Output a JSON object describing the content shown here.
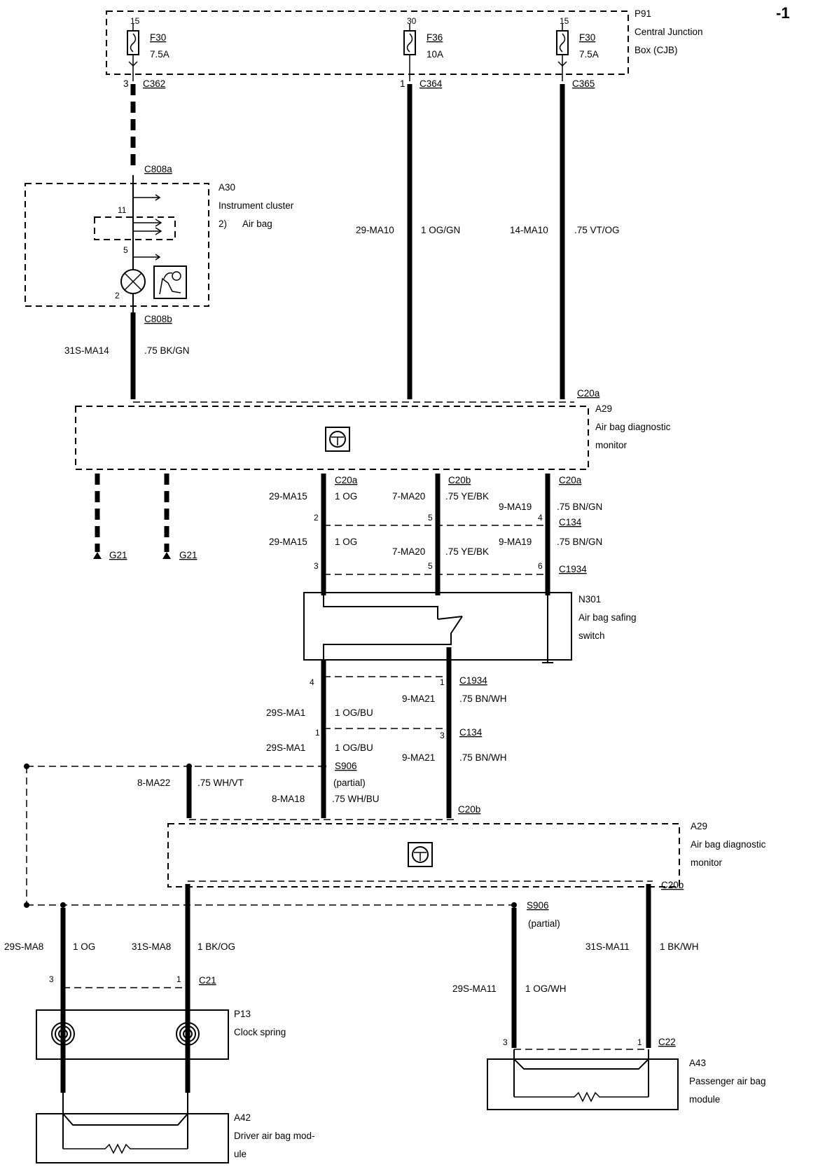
{
  "page_marker": "-1",
  "cjb": {
    "id": "P91",
    "name1": "Central Junction",
    "name2": "Box (CJB)"
  },
  "fuses": [
    {
      "pin": "15",
      "id": "F30",
      "rating": "7.5A",
      "connector_pin": "3",
      "connector": "C362"
    },
    {
      "pin": "30",
      "id": "F36",
      "rating": "10A",
      "connector_pin": "1",
      "connector": "C364"
    },
    {
      "pin": "15",
      "id": "F30",
      "rating": "7.5A",
      "connector_pin": "",
      "connector": "C365"
    }
  ],
  "cluster": {
    "id": "A30",
    "name": "Instrument cluster",
    "note_num": "2)",
    "note": "Air bag",
    "conn_top": "C808a",
    "conn_bottom": "C808b",
    "pin11": "11",
    "pin5": "5",
    "pin2": "2"
  },
  "wires": {
    "w_29ma10": {
      "code": "29-MA10",
      "spec": "1 OG/GN"
    },
    "w_14ma10": {
      "code": "14-MA10",
      "spec": ".75 VT/OG"
    },
    "w_31sma14": {
      "code": "31S-MA14",
      "spec": ".75 BK/GN"
    },
    "w_29ma15a": {
      "code": "29-MA15",
      "spec": "1 OG"
    },
    "w_7ma20a": {
      "code": "7-MA20",
      "spec": ".75 YE/BK"
    },
    "w_9ma19a": {
      "code": "9-MA19",
      "spec": ".75 BN/GN"
    },
    "w_29ma15b": {
      "code": "29-MA15",
      "spec": "1 OG"
    },
    "w_7ma20b": {
      "code": "7-MA20",
      "spec": ".75 YE/BK"
    },
    "w_9ma19b": {
      "code": "9-MA19",
      "spec": ".75 BN/GN"
    },
    "w_29sma1a": {
      "code": "29S-MA1",
      "spec": "1 OG/BU"
    },
    "w_9ma21a": {
      "code": "9-MA21",
      "spec": ".75 BN/WH"
    },
    "w_29sma1b": {
      "code": "29S-MA1",
      "spec": "1 OG/BU"
    },
    "w_9ma21b": {
      "code": "9-MA21",
      "spec": ".75 BN/WH"
    },
    "w_8ma22": {
      "code": "8-MA22",
      "spec": ".75 WH/VT"
    },
    "w_8ma18": {
      "code": "8-MA18",
      "spec": ".75 WH/BU"
    },
    "w_29sma8": {
      "code": "29S-MA8",
      "spec": "1 OG"
    },
    "w_31sma8": {
      "code": "31S-MA8",
      "spec": "1 BK/OG"
    },
    "w_31sma11": {
      "code": "31S-MA11",
      "spec": "1 BK/WH"
    },
    "w_29sma11": {
      "code": "29S-MA11",
      "spec": "1 OG/WH"
    }
  },
  "monitor_top": {
    "id": "A29",
    "name1": "Air bag diagnostic",
    "name2": "monitor",
    "conn_in": "C20a"
  },
  "monitor_bottom_conns": {
    "c1": "C20a",
    "c2": "C20b",
    "c3": "C20a"
  },
  "grounds": [
    "G21",
    "G21"
  ],
  "c134": {
    "label": "C134",
    "pin2": "2",
    "pin5": "5",
    "pin4": "4"
  },
  "c1934": {
    "label": "C1934",
    "pin3": "3",
    "pin5": "5",
    "pin6": "6"
  },
  "switch": {
    "id": "N301",
    "name1": "Air bag safing",
    "name2": "switch"
  },
  "c1934b": {
    "label": "C1934",
    "pin4": "4",
    "pin1": "1"
  },
  "c134b": {
    "label": "C134",
    "pin1": "1",
    "pin3": "3"
  },
  "splice1": {
    "id": "S906",
    "note": "(partial)"
  },
  "monitor_mid": {
    "id": "A29",
    "name1": "Air bag diagnostic",
    "name2": "monitor",
    "conn_in": "C20b",
    "conn_out": "C20b"
  },
  "splice2": {
    "id": "S906",
    "note": "(partial)"
  },
  "c21": {
    "label": "C21",
    "pin3": "3",
    "pin1": "1"
  },
  "clockspring": {
    "id": "P13",
    "name": "Clock spring"
  },
  "driver_module": {
    "id": "A42",
    "name1": "Driver air bag mod-",
    "name2": "ule"
  },
  "c22": {
    "label": "C22",
    "pin3": "3",
    "pin1": "1"
  },
  "passenger_module": {
    "id": "A43",
    "name1": "Passenger air bag",
    "name2": "module"
  }
}
